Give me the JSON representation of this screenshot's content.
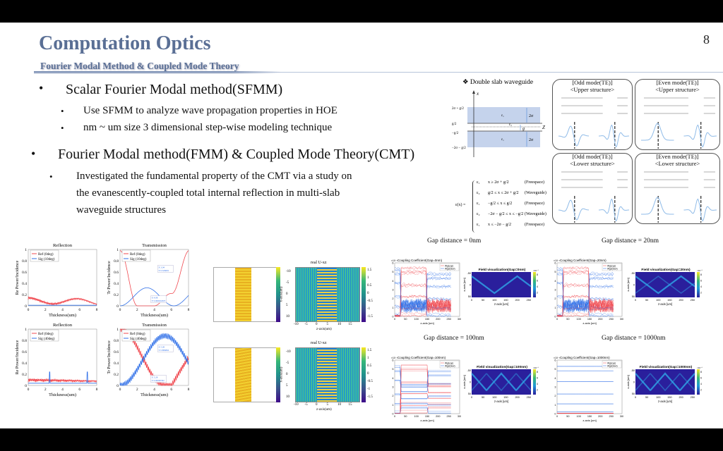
{
  "header": {
    "title": "Computation Optics",
    "subtitle": "Fourier Modal Method & Coupled Mode Theory",
    "page_number": "8"
  },
  "bullets": [
    {
      "text": "Scalar Fourier Modal method(SFMM)",
      "sub": [
        "Use SFMM to analyze wave propagation properties in HOE",
        "nm ~ um size 3 dimensional step-wise modeling technique"
      ]
    },
    {
      "text": "Fourier Modal method(FMM) & Coupled Mode Theory(CMT)",
      "sub": [
        "Investigated the fundamental property of the CMT via a study on",
        "the evanescently-coupled total internal reflection in multi-slab",
        "waveguide structures"
      ]
    }
  ],
  "diagram": {
    "heading": "❖ Double slab waveguide",
    "axis_x": "x",
    "axis_z": "Z",
    "labels": {
      "top": "2σ + g/2",
      "g2": "g/2",
      "mg2": "−g/2",
      "bottom": "−2σ − g/2",
      "thick": "2σ",
      "gap": "g",
      "eps_slab": "ε₁",
      "eps_gap": "ε₂"
    },
    "equation_lhs": "ε(x) =",
    "equation_rows": [
      {
        "eps": "ε₁",
        "cond": "x ≥ 2σ + g/2",
        "region": "(Freespace)"
      },
      {
        "eps": "ε₂",
        "cond": "g/2 ≤ x ≤ 2σ + g/2",
        "region": "(Waveguide)"
      },
      {
        "eps": "ε₁",
        "cond": "−g/2 ≤ x ≤ g/2",
        "region": "(Freespace)"
      },
      {
        "eps": "ε₂",
        "cond": "−2σ − g/2 ≤ x ≤ −g/2",
        "region": "(Waveguide)"
      },
      {
        "eps": "ε₁",
        "cond": "x ≤ −2σ − g/2",
        "region": "(Freespace)"
      }
    ],
    "modes": [
      {
        "title": "[Odd mode(TE)]",
        "sub": "<Upper structure>"
      },
      {
        "title": "[Even mode(TE)]",
        "sub": "<Upper structure>"
      },
      {
        "title": "[Odd mode(TE)]",
        "sub": "<Lower structure>"
      },
      {
        "title": "[Even mode(TE)]",
        "sub": "<Lower structure>"
      }
    ]
  },
  "plots": [
    {
      "title": "Reflection",
      "xlabel": "Thickness(um)",
      "ylabel": "Re Power/Incidence",
      "legend": [
        "Ref (0deg)",
        "Sig (10deg)"
      ],
      "tip": []
    },
    {
      "title": "Transmission",
      "xlabel": "Thickness(um)",
      "ylabel": "Tr Power/Incidence",
      "legend": [
        "Ref (0deg)",
        "Sig (10deg)"
      ],
      "tip": [
        "X 3.04",
        "Y 0.326691",
        "X 4.08",
        "Y 0.000632005"
      ]
    },
    {
      "title": "Reflection",
      "xlabel": "Thickness(um)",
      "ylabel": "Re Power/Incidence",
      "legend": [
        "Ref (0deg)",
        "Sig (40deg)"
      ],
      "tip": []
    },
    {
      "title": "Transmission",
      "xlabel": "Thickness(um)",
      "ylabel": "Tr Power/Incidence",
      "legend": [
        "Ref (0deg)",
        "Sig (40deg)"
      ],
      "tip": [
        "X 5.28",
        "Y 0.886862",
        "X 5.28",
        "Y 0.00000302"
      ]
    }
  ],
  "ticks": {
    "x08": [
      "0",
      "2",
      "4",
      "6",
      "8"
    ],
    "y01": [
      "0",
      "0.2",
      "0.4",
      "0.6",
      "0.8",
      "1"
    ]
  },
  "fieldmaps": [
    {
      "title": "real U-xz",
      "xlabel": "z-axis(um)",
      "ylabel": "x-axis(um)",
      "xticks": [
        "-10",
        "-5",
        "0",
        "5",
        "10",
        "15"
      ],
      "yticks": [
        "-10",
        "-5",
        "0",
        "5",
        "10"
      ],
      "cticks": [
        "1.5",
        "1",
        "0.5",
        "0",
        "-0.5",
        "-1",
        "-1.5"
      ]
    },
    {
      "title": "real U-xz",
      "xlabel": "z-axis(um)",
      "ylabel": "x-axis(um)",
      "xticks": [
        "-10",
        "-5",
        "0",
        "5",
        "10",
        "15"
      ],
      "yticks": [
        "-10",
        "-5",
        "0",
        "5",
        "10"
      ],
      "cticks": [
        "1.5",
        "1",
        "0.5",
        "0",
        "-0.5",
        "-1",
        "-1.5"
      ]
    }
  ],
  "gaps": [
    {
      "label": "Gap distance = 0nm",
      "coupling_title": "Coupling Coefficient(Gap=0nm)",
      "field_title": "Field visualization(Gap=0nm)"
    },
    {
      "label": "Gap distance = 20nm",
      "coupling_title": "Coupling Coefficient(Gap=20nm)",
      "field_title": "Field visualization(Gap=20nm)"
    },
    {
      "label": "Gap distance = 100nm",
      "coupling_title": "Coupling Coefficient(Gap=100nm)",
      "field_title": "Field visualization(Gap=100nm)"
    },
    {
      "label": "Gap distance = 1000nm",
      "coupling_title": "Coupling Coefficient(Gap=1000nm)",
      "field_title": "Field visualization(Gap=1000nm)"
    }
  ],
  "coupling": {
    "xlabel": "z-axis [um]",
    "legend": [
      "Wg1(up)",
      "Wg2(dow)"
    ],
    "xticks": [
      "0",
      "50",
      "100",
      "150",
      "200",
      "250",
      "300"
    ],
    "yticks": [
      "0",
      "1",
      "2",
      "3",
      "4",
      "5",
      "6"
    ],
    "exp": "×10⁻³"
  },
  "field": {
    "xlabel": "z-axis [um]",
    "ylabel": "x-axis [um]",
    "xticks": [
      "0",
      "50",
      "100",
      "150",
      "200",
      "250"
    ],
    "yticks": [
      "-50",
      "0",
      "50"
    ],
    "cticks": [
      "8",
      "6",
      "4",
      "2"
    ],
    "exp": "×10⁻⁶"
  },
  "colors": {
    "accent": "#5a6f95",
    "ref": "#f0484f",
    "sig": "#2f6fe8",
    "slab": "#c5d3ec"
  }
}
